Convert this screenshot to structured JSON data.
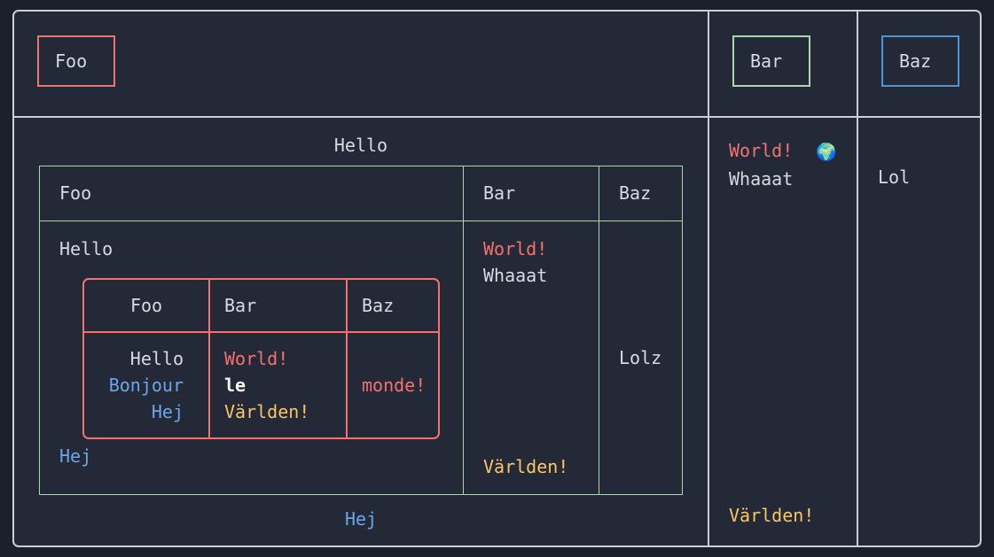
{
  "colors": {
    "page_background": "#1b212c",
    "surface": "#232936",
    "frame_border": "#c9ced8",
    "accent_red": "#f4726e",
    "accent_green": "#a9d8ab",
    "accent_blue": "#4d95d6",
    "text_blue": "#6aa6e8",
    "text_orange": "#fbc565",
    "text_default": "#d6dae2",
    "text_white": "#f3f5f8"
  },
  "outer": {
    "header": {
      "foo_chip": "Foo",
      "bar_chip": "Bar",
      "baz_chip": "Baz"
    },
    "body": {
      "col_world": {
        "line1": "World!",
        "emoji": "🌍",
        "line2": "Whaaat",
        "bottom": "Världen!"
      },
      "col_lol": {
        "value": "Lol"
      }
    }
  },
  "middle_table": {
    "caption_top": "Hello",
    "caption_bottom": "Hej",
    "headers": {
      "foo": "Foo",
      "bar": "Bar",
      "baz": "Baz"
    },
    "row": {
      "foo_label": "Hello",
      "foo_bottom": "Hej",
      "bar_line1": "World!",
      "bar_line2": "Whaaat",
      "bar_bottom": "Världen!",
      "baz_value": "Lolz"
    }
  },
  "inner_table": {
    "headers": {
      "foo": "Foo",
      "bar": "Bar",
      "baz": "Baz"
    },
    "row": {
      "foo_lines": {
        "hello": "Hello",
        "bonjour": "Bonjour",
        "hej": "Hej"
      },
      "bar_lines": {
        "world": "World!",
        "le": "le",
        "varlden": "Världen!"
      },
      "baz_value": "monde!"
    }
  }
}
